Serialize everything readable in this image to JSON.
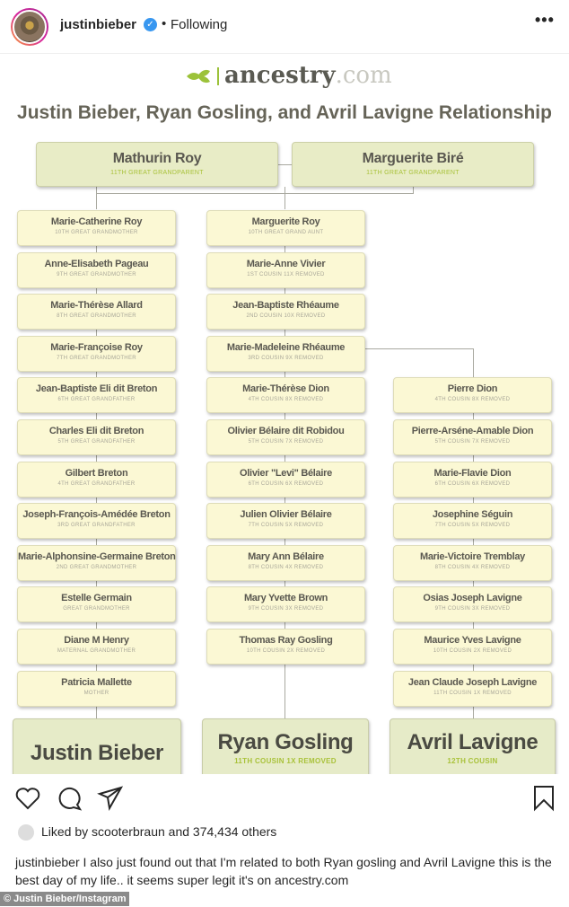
{
  "post": {
    "username": "justinbieber",
    "verified_icon": "✓",
    "separator": "•",
    "follow_status": "Following",
    "more_label": "•••"
  },
  "image": {
    "logo_main": "ancestry",
    "logo_suffix": ".com",
    "title": "Justin Bieber, Ryan Gosling, and Avril Lavigne Relationship",
    "top": [
      {
        "name": "Mathurin Roy",
        "relation": "11th Great Grandparent"
      },
      {
        "name": "Marguerite Biré",
        "relation": "11th Great Grandparent"
      }
    ],
    "left": [
      {
        "name": "Marie-Catherine Roy",
        "relation": "10th Great Grandmother"
      },
      {
        "name": "Anne-Elisabeth Pageau",
        "relation": "9th Great Grandmother"
      },
      {
        "name": "Marie-Thérèse Allard",
        "relation": "8th Great Grandmother"
      },
      {
        "name": "Marie-Françoise Roy",
        "relation": "7th Great Grandmother"
      },
      {
        "name": "Jean-Baptiste Eli dit Breton",
        "relation": "6th Great Grandfather"
      },
      {
        "name": "Charles Eli dit Breton",
        "relation": "5th Great Grandfather"
      },
      {
        "name": "Gilbert Breton",
        "relation": "4th Great Grandfather"
      },
      {
        "name": "Joseph-François-Amédée Breton",
        "relation": "3rd Great Grandfather"
      },
      {
        "name": "Marie-Alphonsine-Germaine Breton",
        "relation": "2nd Great Grandmother"
      },
      {
        "name": "Estelle Germain",
        "relation": "Great Grandmother"
      },
      {
        "name": "Diane M Henry",
        "relation": "Maternal Grandmother"
      },
      {
        "name": "Patricia Mallette",
        "relation": "Mother"
      }
    ],
    "middle": [
      {
        "name": "Marguerite Roy",
        "relation": "10th Great Grand Aunt"
      },
      {
        "name": "Marie-Anne Vivier",
        "relation": "1st Cousin 11x Removed"
      },
      {
        "name": "Jean-Baptiste Rhéaume",
        "relation": "2nd Cousin 10x Removed"
      },
      {
        "name": "Marie-Madeleine Rhéaume",
        "relation": "3rd Cousin 9x Removed"
      },
      {
        "name": "Marie-Thérèse Dion",
        "relation": "4th Cousin 8x Removed"
      },
      {
        "name": "Olivier Bélaire dit Robidou",
        "relation": "5th Cousin 7x Removed"
      },
      {
        "name": "Olivier \"Levi\" Bélaire",
        "relation": "6th Cousin 6x Removed"
      },
      {
        "name": "Julien Olivier Bélaire",
        "relation": "7th Cousin 5x Removed"
      },
      {
        "name": "Mary Ann Bélaire",
        "relation": "8th Cousin 4x Removed"
      },
      {
        "name": "Mary Yvette Brown",
        "relation": "9th Cousin 3x Removed"
      },
      {
        "name": "Thomas Ray Gosling",
        "relation": "10th Cousin 2x Removed"
      }
    ],
    "right": [
      {
        "name": "Pierre Dion",
        "relation": "4th Cousin 8x Removed"
      },
      {
        "name": "Pierre-Arséne-Amable Dion",
        "relation": "5th Cousin 7x Removed"
      },
      {
        "name": "Marie-Flavie Dion",
        "relation": "6th Cousin 6x Removed"
      },
      {
        "name": "Josephine Séguin",
        "relation": "7th Cousin 5x Removed"
      },
      {
        "name": "Marie-Victoire Tremblay",
        "relation": "8th Cousin 4x Removed"
      },
      {
        "name": "Osias Joseph Lavigne",
        "relation": "9th Cousin 3x Removed"
      },
      {
        "name": "Maurice Yves Lavigne",
        "relation": "10th Cousin 2x Removed"
      },
      {
        "name": "Jean Claude Joseph Lavigne",
        "relation": "11th Cousin 1x Removed"
      }
    ],
    "bottom": [
      {
        "name": "Justin Bieber",
        "relation": ""
      },
      {
        "name": "Ryan Gosling",
        "relation": "11th Cousin 1x Removed"
      },
      {
        "name": "Avril Lavigne",
        "relation": "12th Cousin"
      }
    ]
  },
  "engagement": {
    "liked_prefix": "Liked by",
    "liked_user": "scooterbraun",
    "liked_suffix": "and 374,434 others"
  },
  "caption": {
    "username": "justinbieber",
    "text": "I also just found out that I'm related to both Ryan gosling and Avril Lavigne this is the best day of my life.. it seems super legit it's on ancestry.com"
  },
  "credit": "© Justin Bieber/Instagram"
}
